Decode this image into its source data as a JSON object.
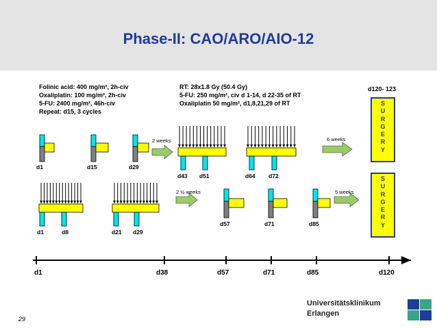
{
  "header": {
    "title": "Phase-II: CAO/ARO/AIO-12"
  },
  "regimen_left": [
    "Folinic acid:  400 mg/m², 2h-civ",
    "Oxaliplatin:   100 mg/m², 2h-civ",
    "5-FU:            2400 mg/m², 46h-civ",
    "Repeat:                  d15, 3 cycles"
  ],
  "regimen_right": [
    "RT:     28x1.8 Gy (50.4 Gy)",
    "5-FU:  250 mg/m², civ d 1-14, d 22-35 of RT",
    "Oxaliplatin 50 mg/m², d1,8,21,29 of RT"
  ],
  "surgery_day": "d120- 123",
  "surgery_letters": [
    "S",
    "U",
    "R",
    "G",
    "E",
    "R",
    "Y"
  ],
  "top_row": {
    "cycle_labels": [
      "d1",
      "d15",
      "d29"
    ],
    "gap_label": "2 weeks",
    "rt_labels": [
      "d43",
      "d51",
      "d64",
      "d72"
    ],
    "wait_label": "6 weeks"
  },
  "bottom_row": {
    "rt_labels": [
      "d1",
      "d8",
      "d21",
      "d29"
    ],
    "gap_label": "2 ½ weeks",
    "cycle_labels": [
      "d57",
      "d71",
      "d85"
    ],
    "wait_label": "5 weeks"
  },
  "timeline": [
    "d1",
    "d38",
    "d57",
    "d71",
    "d85",
    "d120"
  ],
  "footer": {
    "page_number": "29",
    "institution_line1": "Universitätsklinikum",
    "institution_line2": "Erlangen"
  },
  "colors": {
    "title": "#1f3c9a",
    "cyan_bar": "#00e5ee",
    "yellow_bar": "#ffff00",
    "grey_bar": "#808080",
    "arrow_green": "#99cc66",
    "surgery_border": "#1f3c9a",
    "logo_blue": "#1f3c9a",
    "logo_green": "#3aa38a"
  }
}
